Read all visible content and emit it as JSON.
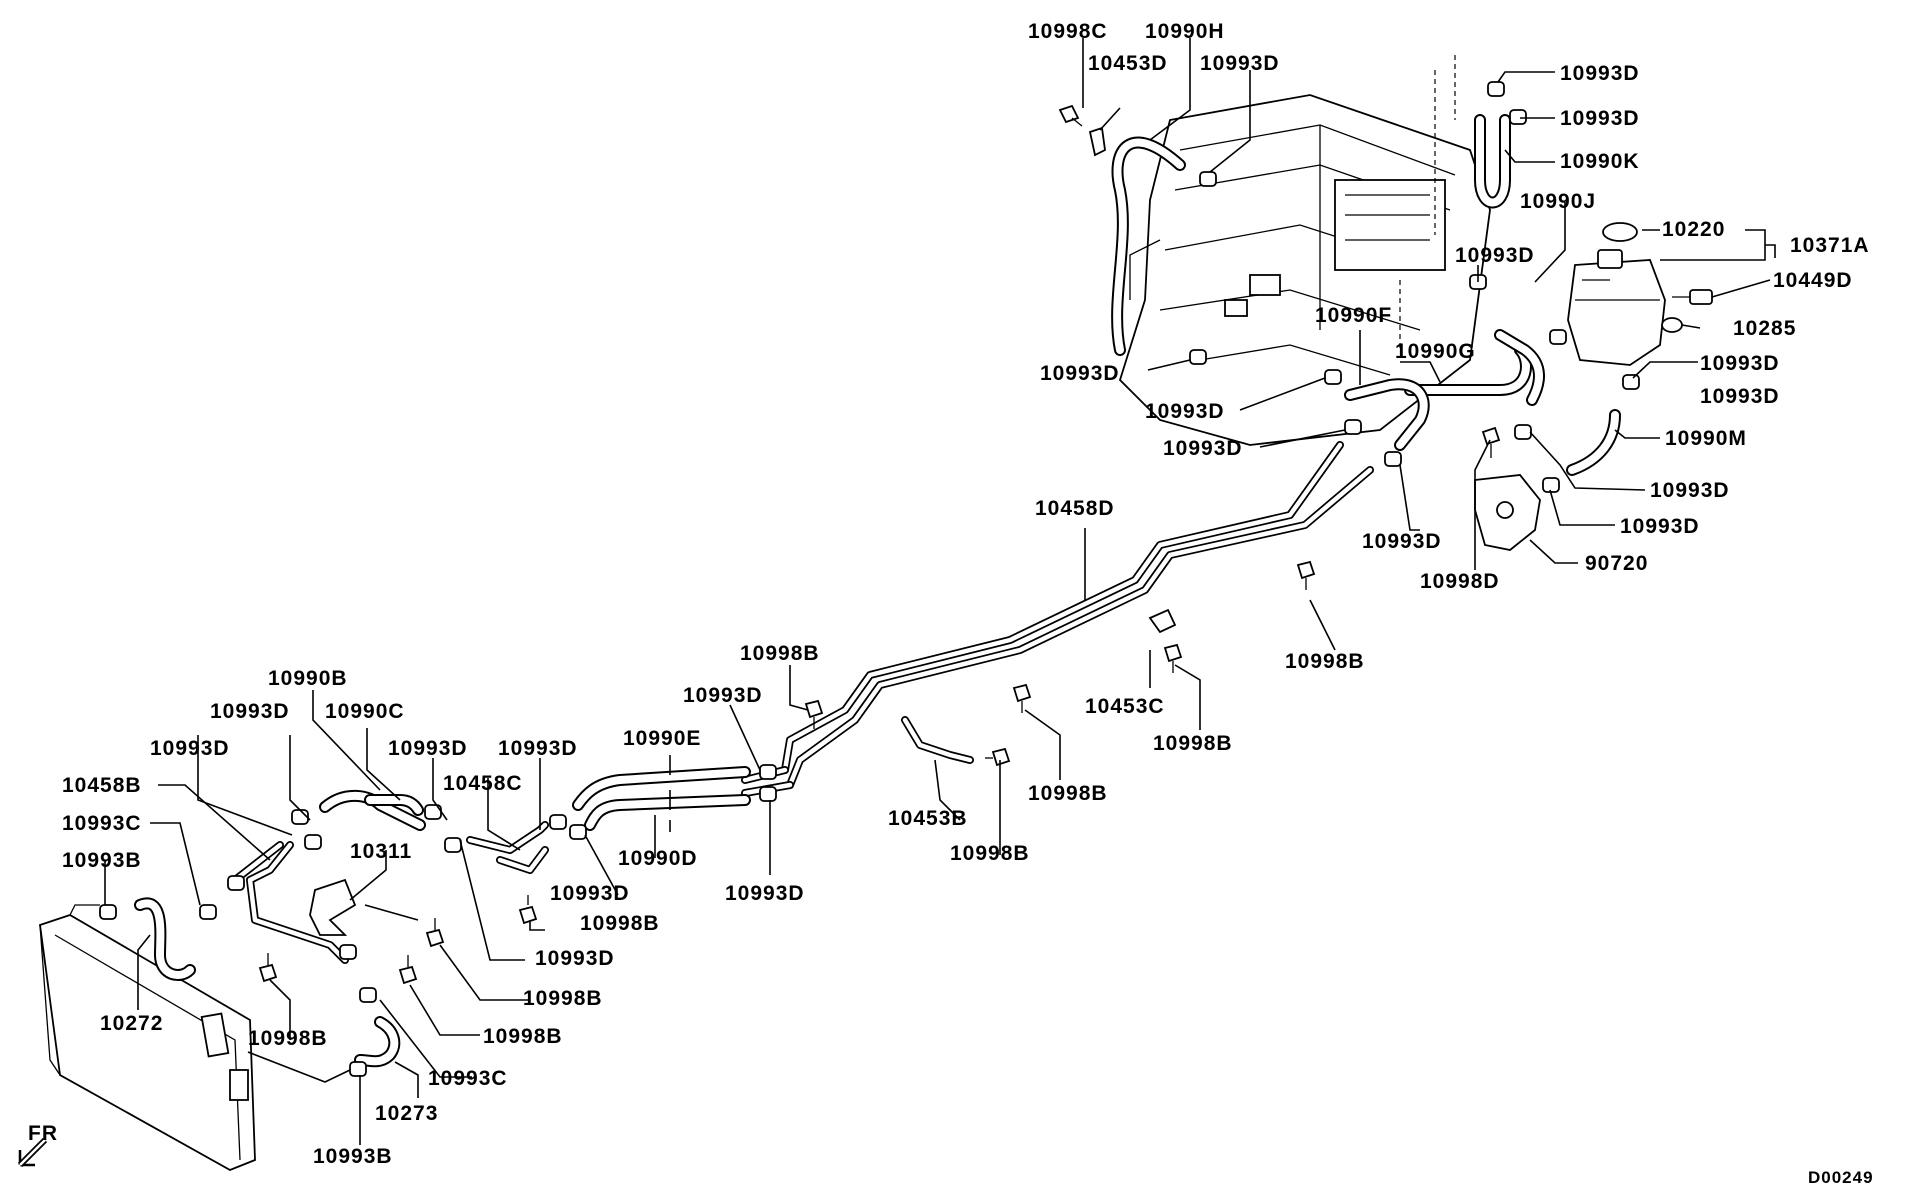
{
  "labels": {
    "p10998C_top": "10998C",
    "p10990H": "10990H",
    "p10453D": "10453D",
    "p10993D_t1": "10993D",
    "p10993D_rt1": "10993D",
    "p10993D_rt2": "10993D",
    "p10990K": "10990K",
    "p10990J": "10990J",
    "p10220": "10220",
    "p10371A": "10371A",
    "p10449D": "10449D",
    "p10285": "10285",
    "p10993D_tank": "10993D",
    "p10993D_eng": "10993D",
    "p10990F": "10990F",
    "p10990G": "10990G",
    "p10993D_l1": "10993D",
    "p10993D_l2": "10993D",
    "p10993D_l3": "10993D",
    "p10993D_r3": "10993D",
    "p10990M": "10990M",
    "p10993D_r4": "10993D",
    "p10993D_r5": "10993D",
    "p10993D_c1": "10993D",
    "p10998D": "10998D",
    "p90720": "90720",
    "p10458D": "10458D",
    "p10998B_c1": "10998B",
    "p10453C": "10453C",
    "p10998B_c2": "10998B",
    "p10998B_m1": "10998B",
    "p10993D_m1": "10993D",
    "p10990B": "10990B",
    "p10993D_m2": "10993D",
    "p10990C": "10990C",
    "p10993D_m3": "10993D",
    "p10993D_m4": "10993D",
    "p10990E": "10990E",
    "p10458C": "10458C",
    "p10458B": "10458B",
    "p10993C_l": "10993C",
    "p10993B_l": "10993B",
    "p10311": "10311",
    "p10990D": "10990D",
    "p10993D_m5": "10993D",
    "p10993D_m6": "10993D",
    "p10453B": "10453B",
    "p10998B_m2": "10998B",
    "p10998B_m3": "10998B",
    "p10998B_l1": "10998B",
    "p10993D_l5": "10993D",
    "p10272": "10272",
    "p10998B_l2": "10998B",
    "p10998B_l3": "10998B",
    "p10998B_l4": "10998B",
    "p10993C_b": "10993C",
    "p10273": "10273",
    "p10993B_b": "10993B",
    "fr": "FR",
    "code": "D00249"
  }
}
